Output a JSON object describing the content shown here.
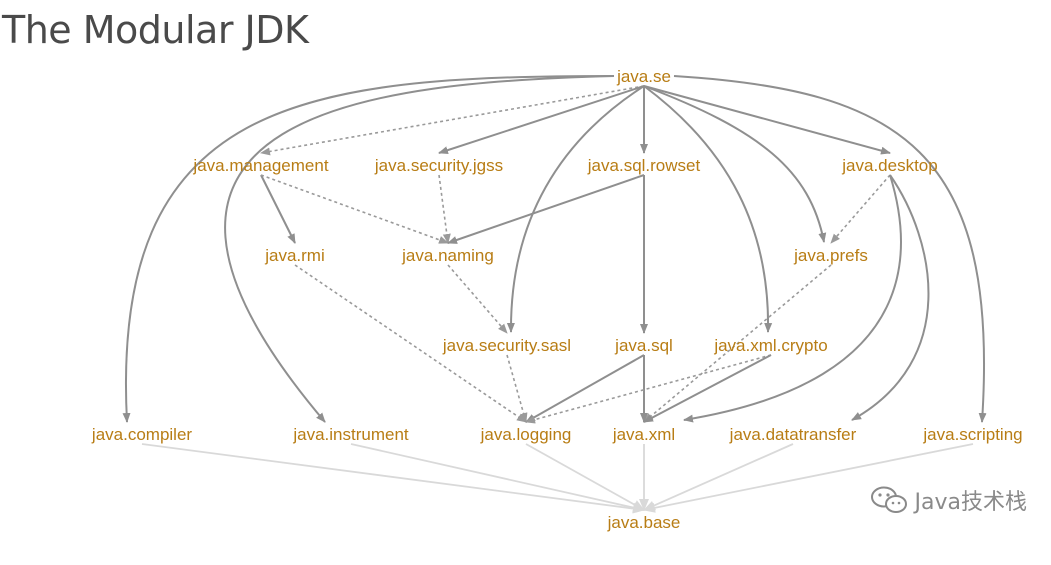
{
  "title": "The Modular JDK",
  "watermark": {
    "text": "Java技术栈",
    "icon": "wechat-icon"
  },
  "colors": {
    "node_text": "#b87d15",
    "edge_solid": "#8f8f8f",
    "edge_implied": "#9a9a9a",
    "edge_base": "#d9d9d9"
  },
  "nodes": [
    {
      "id": "java.se",
      "label": "java.se"
    },
    {
      "id": "java.management",
      "label": "java.management"
    },
    {
      "id": "java.security.jgss",
      "label": "java.security.jgss"
    },
    {
      "id": "java.sql.rowset",
      "label": "java.sql.rowset"
    },
    {
      "id": "java.desktop",
      "label": "java.desktop"
    },
    {
      "id": "java.rmi",
      "label": "java.rmi"
    },
    {
      "id": "java.naming",
      "label": "java.naming"
    },
    {
      "id": "java.prefs",
      "label": "java.prefs"
    },
    {
      "id": "java.security.sasl",
      "label": "java.security.sasl"
    },
    {
      "id": "java.sql",
      "label": "java.sql"
    },
    {
      "id": "java.xml.crypto",
      "label": "java.xml.crypto"
    },
    {
      "id": "java.compiler",
      "label": "java.compiler"
    },
    {
      "id": "java.instrument",
      "label": "java.instrument"
    },
    {
      "id": "java.logging",
      "label": "java.logging"
    },
    {
      "id": "java.xml",
      "label": "java.xml"
    },
    {
      "id": "java.datatransfer",
      "label": "java.datatransfer"
    },
    {
      "id": "java.scripting",
      "label": "java.scripting"
    },
    {
      "id": "java.base",
      "label": "java.base"
    }
  ],
  "edges": [
    {
      "from": "java.se",
      "to": "java.management",
      "style": "implied"
    },
    {
      "from": "java.se",
      "to": "java.security.jgss",
      "style": "solid"
    },
    {
      "from": "java.se",
      "to": "java.sql.rowset",
      "style": "solid"
    },
    {
      "from": "java.se",
      "to": "java.desktop",
      "style": "solid"
    },
    {
      "from": "java.se",
      "to": "java.security.sasl",
      "style": "solid"
    },
    {
      "from": "java.se",
      "to": "java.xml.crypto",
      "style": "solid"
    },
    {
      "from": "java.se",
      "to": "java.prefs",
      "style": "solid"
    },
    {
      "from": "java.se",
      "to": "java.compiler",
      "style": "solid"
    },
    {
      "from": "java.se",
      "to": "java.instrument",
      "style": "solid"
    },
    {
      "from": "java.se",
      "to": "java.scripting",
      "style": "solid"
    },
    {
      "from": "java.management",
      "to": "java.rmi",
      "style": "solid"
    },
    {
      "from": "java.management",
      "to": "java.naming",
      "style": "implied"
    },
    {
      "from": "java.security.jgss",
      "to": "java.naming",
      "style": "implied"
    },
    {
      "from": "java.sql.rowset",
      "to": "java.naming",
      "style": "solid"
    },
    {
      "from": "java.sql.rowset",
      "to": "java.sql",
      "style": "solid"
    },
    {
      "from": "java.desktop",
      "to": "java.prefs",
      "style": "implied"
    },
    {
      "from": "java.desktop",
      "to": "java.xml",
      "style": "solid"
    },
    {
      "from": "java.desktop",
      "to": "java.datatransfer",
      "style": "solid"
    },
    {
      "from": "java.naming",
      "to": "java.security.sasl",
      "style": "implied"
    },
    {
      "from": "java.rmi",
      "to": "java.logging",
      "style": "implied"
    },
    {
      "from": "java.prefs",
      "to": "java.xml",
      "style": "implied"
    },
    {
      "from": "java.security.sasl",
      "to": "java.logging",
      "style": "implied"
    },
    {
      "from": "java.sql",
      "to": "java.logging",
      "style": "solid"
    },
    {
      "from": "java.sql",
      "to": "java.xml",
      "style": "solid"
    },
    {
      "from": "java.xml.crypto",
      "to": "java.logging",
      "style": "implied"
    },
    {
      "from": "java.xml.crypto",
      "to": "java.xml",
      "style": "solid"
    },
    {
      "from": "java.compiler",
      "to": "java.base",
      "style": "base"
    },
    {
      "from": "java.instrument",
      "to": "java.base",
      "style": "base"
    },
    {
      "from": "java.logging",
      "to": "java.base",
      "style": "base"
    },
    {
      "from": "java.xml",
      "to": "java.base",
      "style": "base"
    },
    {
      "from": "java.datatransfer",
      "to": "java.base",
      "style": "base"
    },
    {
      "from": "java.scripting",
      "to": "java.base",
      "style": "base"
    }
  ]
}
